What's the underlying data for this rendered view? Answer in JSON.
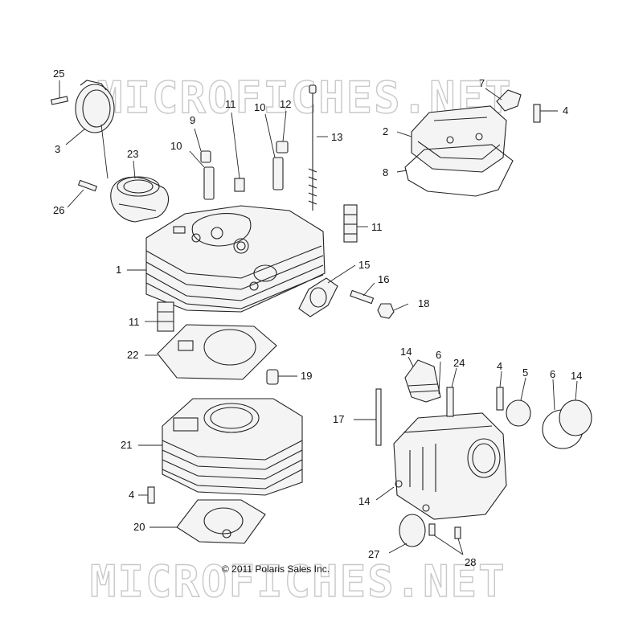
{
  "watermark": "MICROFICHES.NET",
  "copyright": "© 2011 Polaris Sales Inc.",
  "callouts": [
    {
      "id": "c25",
      "label": "25"
    },
    {
      "id": "c3",
      "label": "3"
    },
    {
      "id": "c23",
      "label": "23"
    },
    {
      "id": "c26",
      "label": "26"
    },
    {
      "id": "c9",
      "label": "9"
    },
    {
      "id": "c10a",
      "label": "10"
    },
    {
      "id": "c11a",
      "label": "11"
    },
    {
      "id": "c10b",
      "label": "10"
    },
    {
      "id": "c12",
      "label": "12"
    },
    {
      "id": "c13",
      "label": "13"
    },
    {
      "id": "c11b",
      "label": "11"
    },
    {
      "id": "c1",
      "label": "1"
    },
    {
      "id": "c15",
      "label": "15"
    },
    {
      "id": "c16",
      "label": "16"
    },
    {
      "id": "c18",
      "label": "18"
    },
    {
      "id": "c11c",
      "label": "11"
    },
    {
      "id": "c22",
      "label": "22"
    },
    {
      "id": "c19",
      "label": "19"
    },
    {
      "id": "c21",
      "label": "21"
    },
    {
      "id": "c4a",
      "label": "4"
    },
    {
      "id": "c20",
      "label": "20"
    },
    {
      "id": "c7",
      "label": "7"
    },
    {
      "id": "c4b",
      "label": "4"
    },
    {
      "id": "c2",
      "label": "2"
    },
    {
      "id": "c8",
      "label": "8"
    },
    {
      "id": "c14a",
      "label": "14"
    },
    {
      "id": "c6a",
      "label": "6"
    },
    {
      "id": "c24",
      "label": "24"
    },
    {
      "id": "c4c",
      "label": "4"
    },
    {
      "id": "c5",
      "label": "5"
    },
    {
      "id": "c6b",
      "label": "6"
    },
    {
      "id": "c14b",
      "label": "14"
    },
    {
      "id": "c17",
      "label": "17"
    },
    {
      "id": "c14c",
      "label": "14"
    },
    {
      "id": "c27",
      "label": "27"
    },
    {
      "id": "c28",
      "label": "28"
    }
  ]
}
